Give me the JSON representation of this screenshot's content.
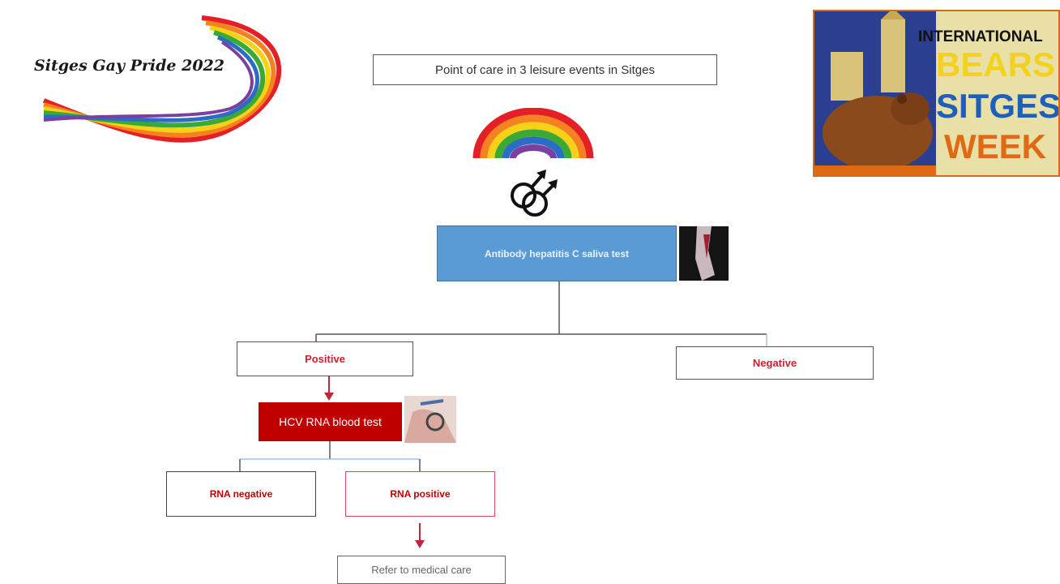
{
  "logos": {
    "left_text": "Sitges Gay Pride 2022",
    "right": {
      "line1": "INTERNATIONAL",
      "line2": "BEARS",
      "line3": "SITGES",
      "line4": "WEEK"
    }
  },
  "title": "Point of care in 3 leisure events in Sitges",
  "icons": {
    "rainbow": "rainbow-icon",
    "symbol": "male-male-symbol-icon"
  },
  "flow": {
    "test": "Antibody hepatitis C saliva test",
    "positive": "Positive",
    "negative": "Negative",
    "rna_test": "HCV RNA blood test",
    "rna_negative": "RNA negative",
    "rna_positive": "RNA positive",
    "refer": "Refer to medical care"
  },
  "colors": {
    "blue": "#5b9bd5",
    "red": "#c00000",
    "arrow": "#c0263a"
  }
}
